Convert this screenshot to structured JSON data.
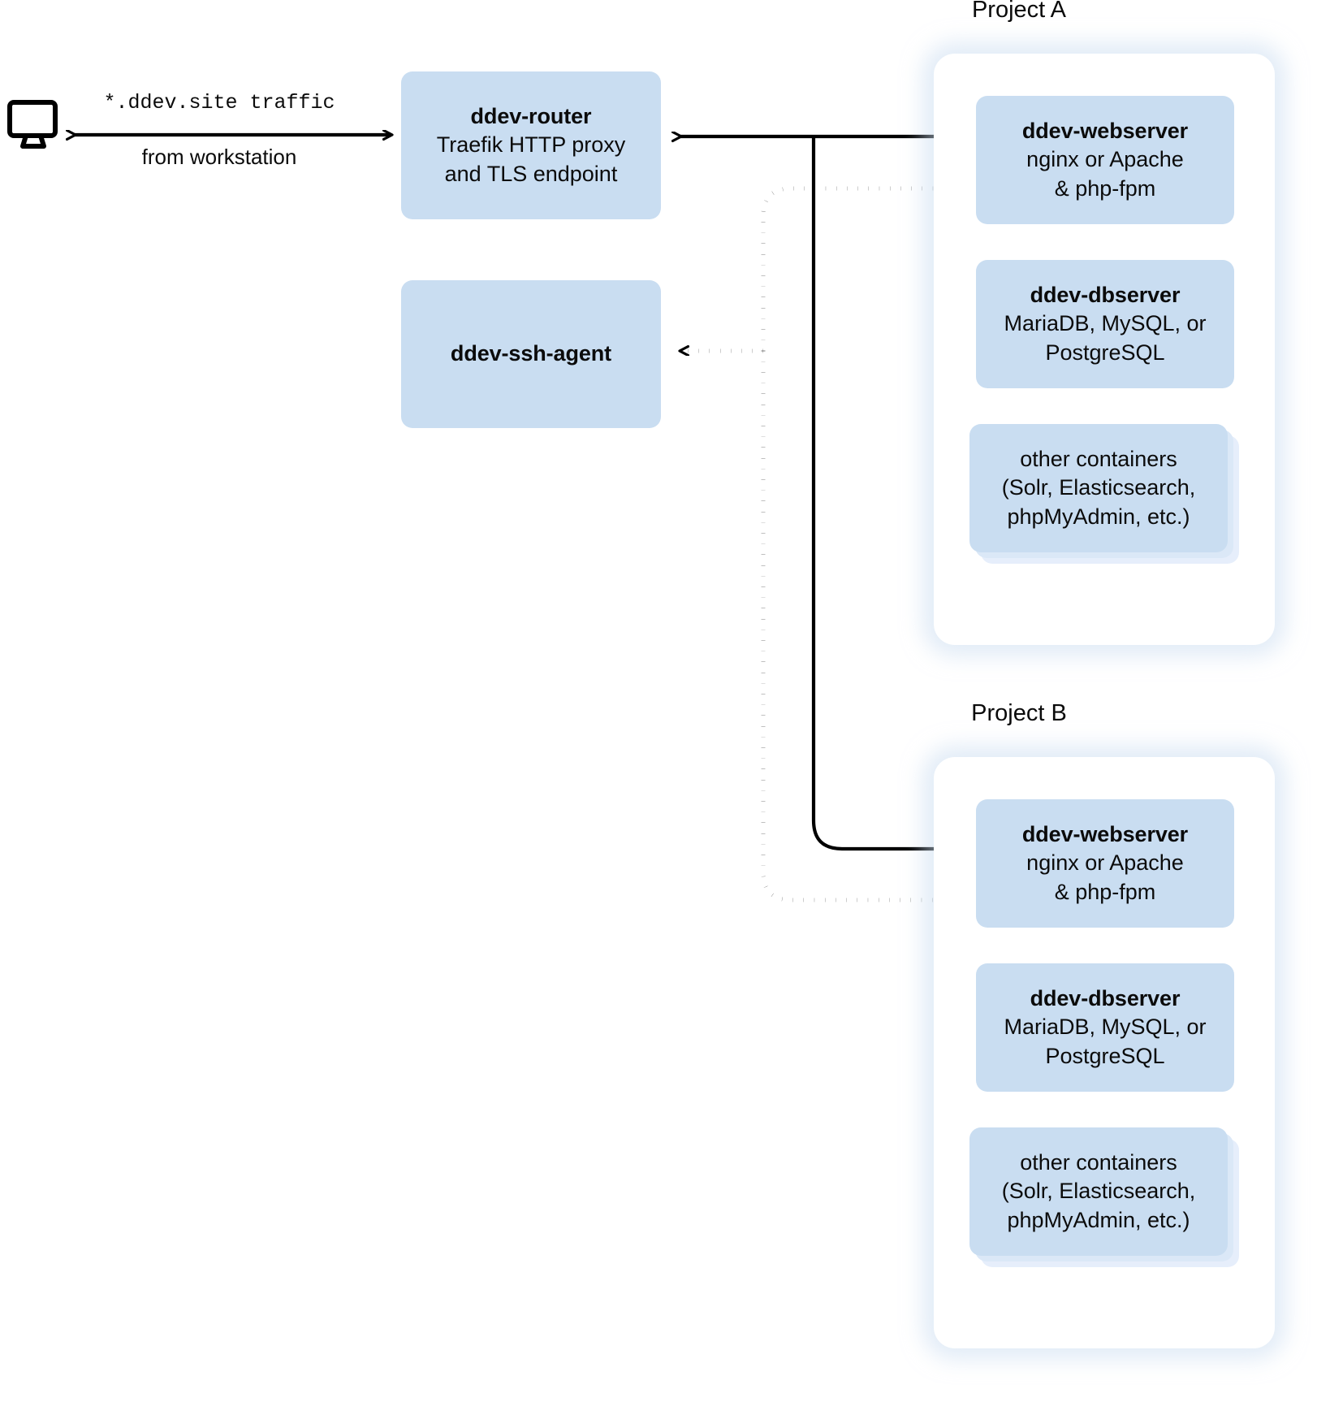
{
  "diagram": {
    "title": "DDEV architecture — router, ssh-agent and per-project containers",
    "colors": {
      "service_box": "#c9ddf1",
      "project_card": "#ffffff",
      "project_glow": "#cbddf1",
      "stroke": "#000000",
      "text": "#0b0b0b"
    }
  },
  "workstation": {
    "icon": "desktop-monitor-icon"
  },
  "edges": {
    "workstation_to_router": {
      "caption_line1": "*.ddev.site traffic",
      "caption_line2": "from workstation",
      "style": "solid",
      "arrowheads": "both"
    },
    "router_to_webserver_a": {
      "style": "solid",
      "arrowheads": "both"
    },
    "router_to_webserver_b": {
      "style": "solid",
      "arrowheads": "end"
    },
    "webserver_a_to_ssh_agent": {
      "style": "dotted",
      "arrowheads": "end"
    },
    "ssh_agent_to_webserver_a": {
      "style": "dotted",
      "arrowheads": "end"
    },
    "ssh_agent_to_webserver_b": {
      "style": "dotted",
      "arrowheads": "end"
    }
  },
  "router": {
    "title": "ddev-router",
    "subtitle": "Traefik HTTP proxy\nand TLS endpoint"
  },
  "ssh_agent": {
    "title": "ddev-ssh-agent",
    "subtitle": ""
  },
  "projects": [
    {
      "label": "Project A",
      "services": [
        {
          "title": "ddev-webserver",
          "subtitle": "nginx or Apache\n& php-fpm",
          "stacked": false
        },
        {
          "title": "ddev-dbserver",
          "subtitle": "MariaDB, MySQL, or\nPostgreSQL",
          "stacked": false
        },
        {
          "title": "",
          "subtitle": "other containers\n(Solr, Elasticsearch,\nphpMyAdmin, etc.)",
          "stacked": true
        }
      ]
    },
    {
      "label": "Project B",
      "services": [
        {
          "title": "ddev-webserver",
          "subtitle": "nginx or Apache\n& php-fpm",
          "stacked": false
        },
        {
          "title": "ddev-dbserver",
          "subtitle": "MariaDB, MySQL, or\nPostgreSQL",
          "stacked": false
        },
        {
          "title": "",
          "subtitle": "other containers\n(Solr, Elasticsearch,\nphpMyAdmin, etc.)",
          "stacked": true
        }
      ]
    }
  ]
}
